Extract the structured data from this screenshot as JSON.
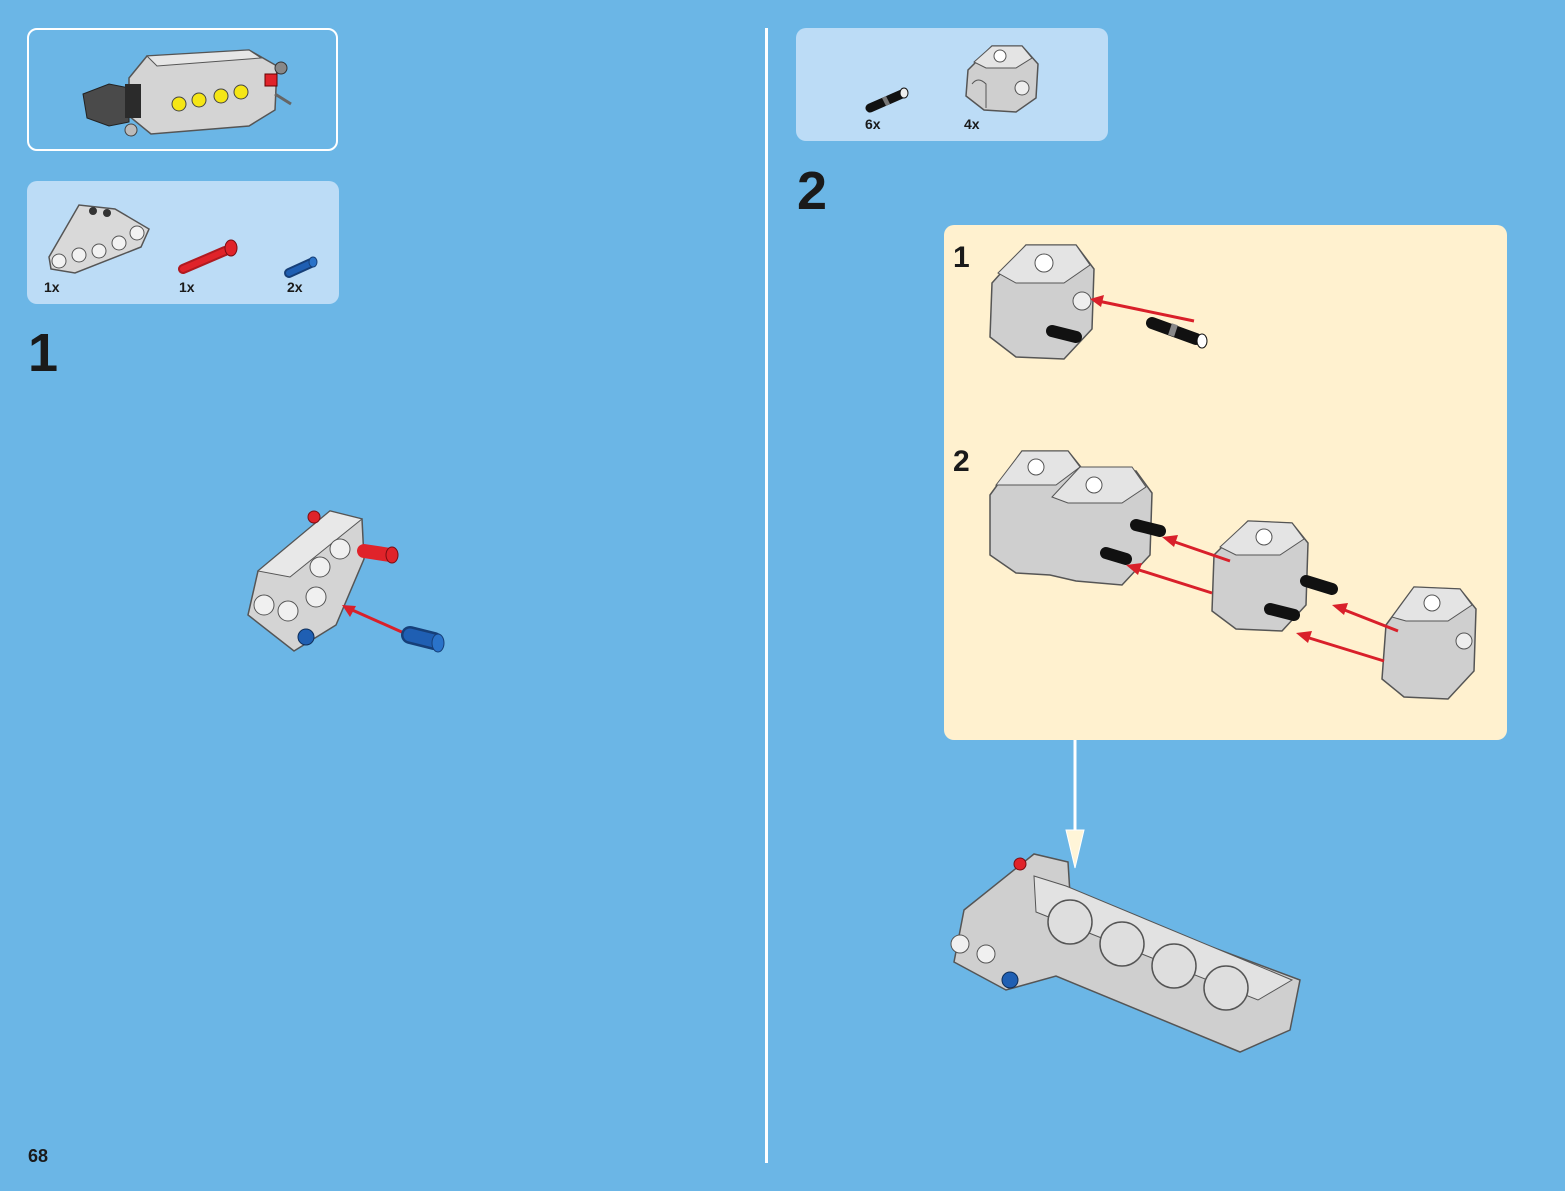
{
  "page": {
    "number": "68"
  },
  "left": {
    "parts": [
      {
        "qty": "1x",
        "icon": "liftarm-triangle-icon"
      },
      {
        "qty": "1x",
        "icon": "red-axle-pin-icon"
      },
      {
        "qty": "2x",
        "icon": "blue-pin-icon"
      }
    ],
    "step": "1"
  },
  "right": {
    "parts": [
      {
        "qty": "6x",
        "icon": "black-pin-icon"
      },
      {
        "qty": "4x",
        "icon": "engine-cylinder-icon"
      }
    ],
    "step": "2",
    "substeps": [
      "1",
      "2"
    ]
  },
  "colors": {
    "background": "#6bb6e6",
    "parts_box": "#bcdcf6",
    "substep_panel": "#fff1cf",
    "arrow": "#d9202a",
    "gray_part": "#c9c9c9",
    "blue_part": "#1f5fb3",
    "red_part": "#e0232a"
  }
}
